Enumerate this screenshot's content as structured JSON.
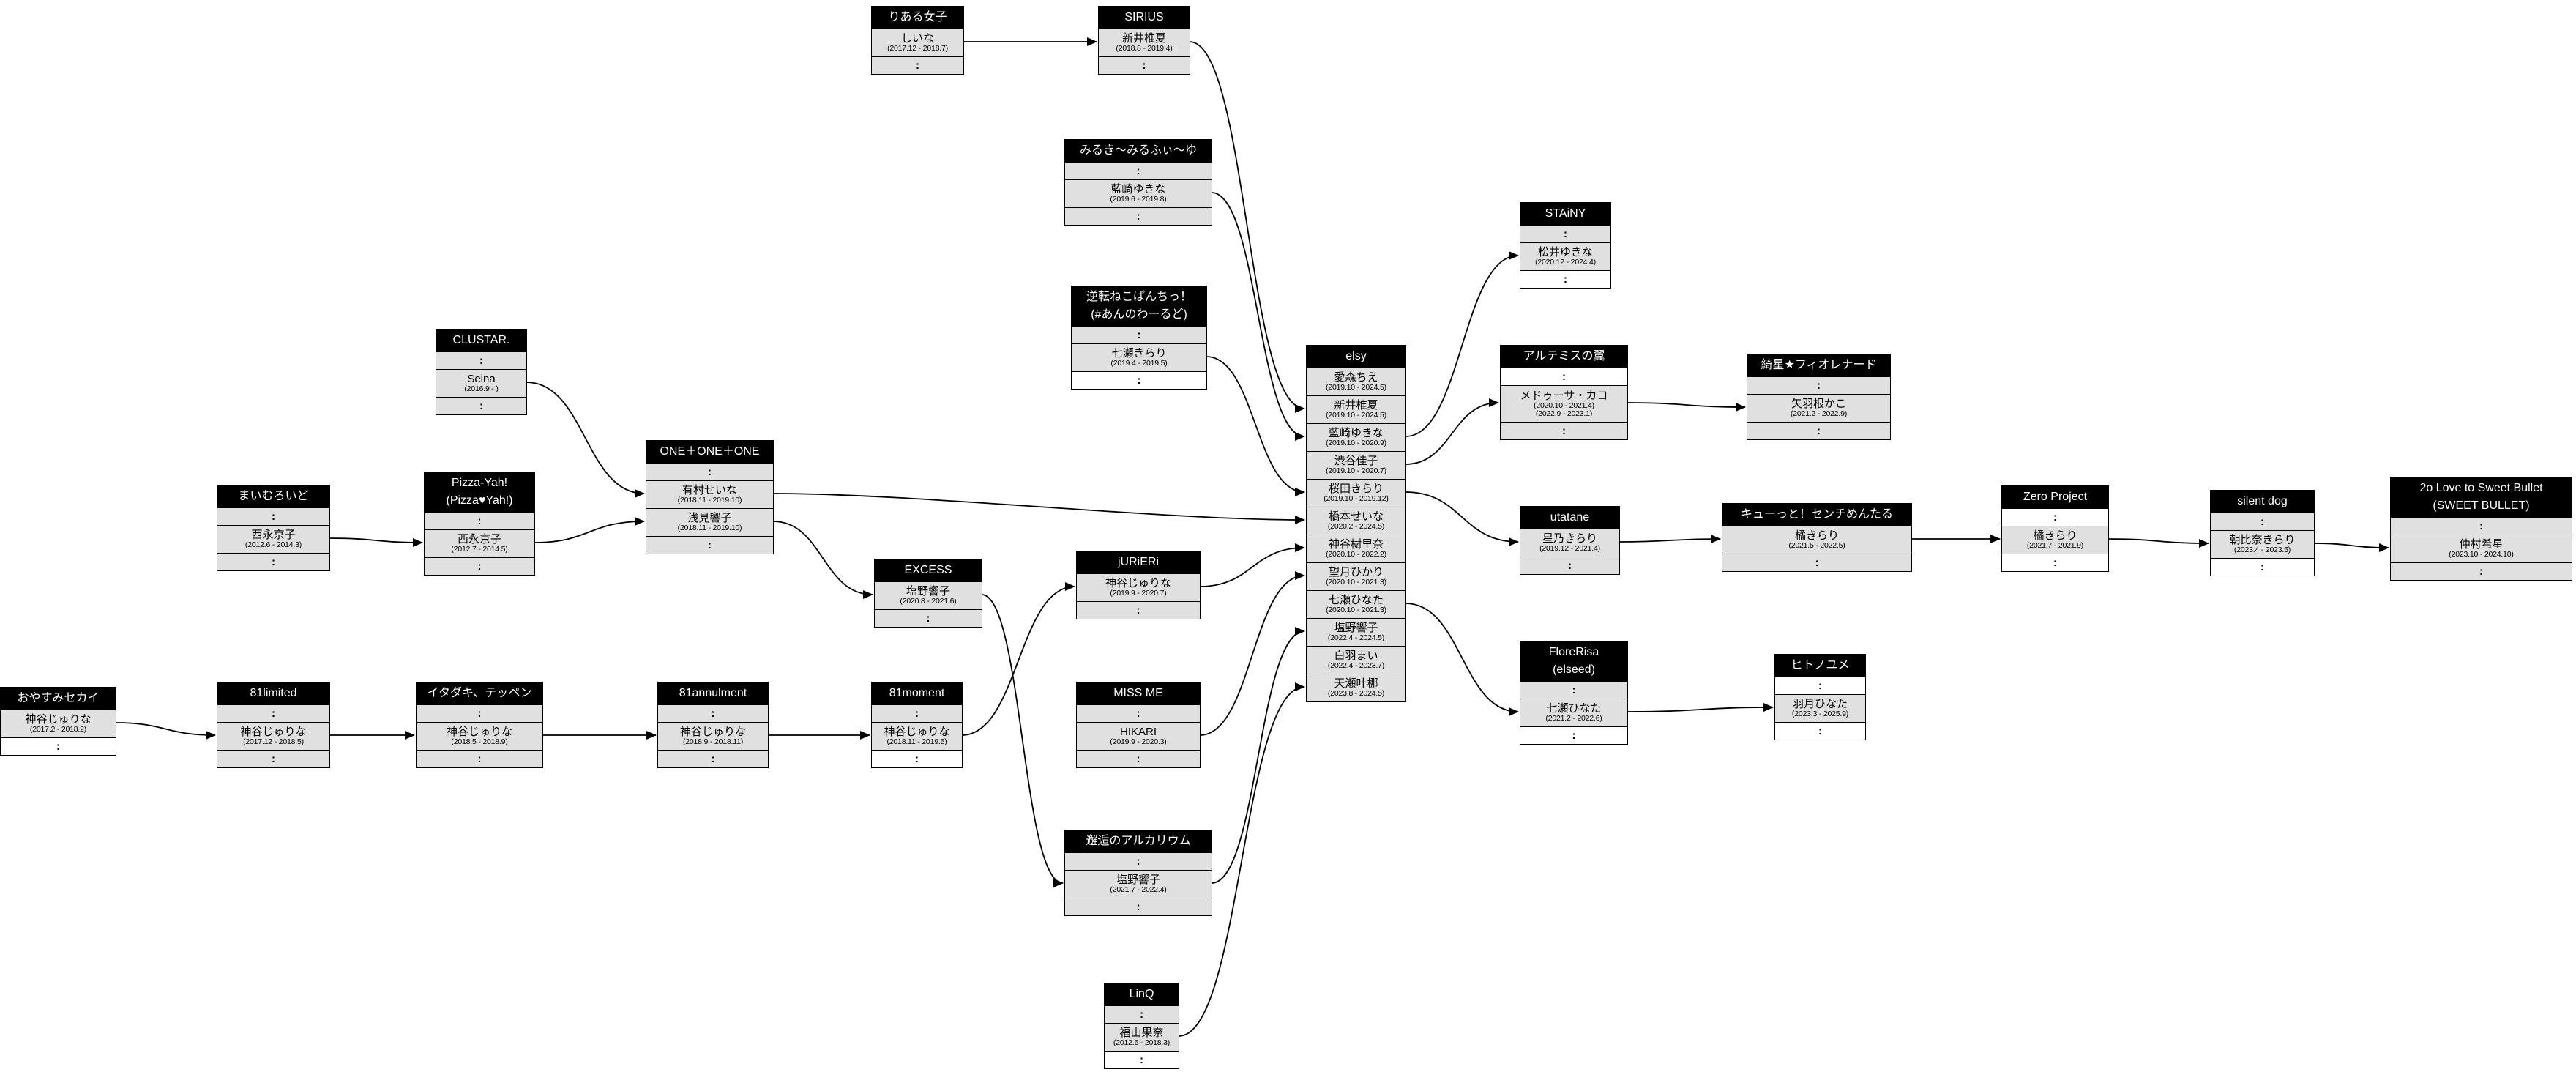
{
  "colors": {
    "header_bg": "#000000",
    "header_text": "#ffffff",
    "row_bg": "#e0e0e0",
    "row_bg_alt": "#ffffff",
    "border": "#000000",
    "edge": "#000000",
    "canvas": "#ffffff"
  },
  "nodes": [
    {
      "id": "riaru",
      "title_lines": [
        "りある女子"
      ],
      "rows": [
        {
          "type": "member",
          "name": "しいな",
          "dates": [
            "(2017.12 - 2018.7)"
          ]
        },
        {
          "type": "ellipsis",
          "text": ":"
        }
      ]
    },
    {
      "id": "sirius",
      "title_lines": [
        "SIRIUS"
      ],
      "rows": [
        {
          "type": "member",
          "name": "新井椎夏",
          "dates": [
            "(2018.8 - 2019.4)"
          ]
        },
        {
          "type": "ellipsis",
          "text": ":"
        }
      ]
    },
    {
      "id": "milky",
      "title_lines": [
        "みるき〜みるふぃ〜ゆ"
      ],
      "rows": [
        {
          "type": "ellipsis",
          "text": ":"
        },
        {
          "type": "member",
          "name": "藍崎ゆきな",
          "dates": [
            "(2019.6 - 2019.8)"
          ]
        },
        {
          "type": "ellipsis",
          "text": ":"
        }
      ]
    },
    {
      "id": "gyakuten",
      "title_lines": [
        "逆転ねこぱんちっ！",
        "(#あんのわーるど)"
      ],
      "rows": [
        {
          "type": "ellipsis",
          "text": ":"
        },
        {
          "type": "member",
          "name": "七瀬きらり",
          "dates": [
            "(2019.4 - 2019.5)"
          ]
        },
        {
          "type": "ellipsis",
          "text": ":",
          "bg": "white"
        }
      ]
    },
    {
      "id": "clustar",
      "title_lines": [
        "CLUSTAR."
      ],
      "rows": [
        {
          "type": "ellipsis",
          "text": ":"
        },
        {
          "type": "member",
          "name": "Seina",
          "dates": [
            "(2016.9 - )"
          ]
        },
        {
          "type": "ellipsis",
          "text": ":"
        }
      ]
    },
    {
      "id": "onepp",
      "title_lines": [
        "ONE＋ONE＋ONE"
      ],
      "rows": [
        {
          "type": "ellipsis",
          "text": ":"
        },
        {
          "type": "member",
          "name": "有村せいな",
          "dates": [
            "(2018.11 - 2019.10)"
          ]
        },
        {
          "type": "member",
          "name": "浅見響子",
          "dates": [
            "(2018.11 - 2019.10)"
          ]
        },
        {
          "type": "ellipsis",
          "text": ":"
        }
      ]
    },
    {
      "id": "maimuroido",
      "title_lines": [
        "まいむろいど"
      ],
      "rows": [
        {
          "type": "ellipsis",
          "text": ":"
        },
        {
          "type": "member",
          "name": "西永京子",
          "dates": [
            "(2012.6 - 2014.3)"
          ]
        },
        {
          "type": "ellipsis",
          "text": ":"
        }
      ]
    },
    {
      "id": "pizza",
      "title_lines": [
        "Pizza-Yah!",
        "(Pizza♥Yah!)"
      ],
      "rows": [
        {
          "type": "ellipsis",
          "text": ":"
        },
        {
          "type": "member",
          "name": "西永京子",
          "dates": [
            "(2012.7 - 2014.5)"
          ]
        },
        {
          "type": "ellipsis",
          "text": ":"
        }
      ]
    },
    {
      "id": "oyasumi",
      "title_lines": [
        "おやすみセカイ"
      ],
      "rows": [
        {
          "type": "member",
          "name": "神谷じゅりな",
          "dates": [
            "(2017.2 - 2018.2)"
          ]
        },
        {
          "type": "ellipsis",
          "text": ":",
          "bg": "white"
        }
      ]
    },
    {
      "id": "lim81",
      "title_lines": [
        "81limited"
      ],
      "rows": [
        {
          "type": "ellipsis",
          "text": ":"
        },
        {
          "type": "member",
          "name": "神谷じゅりな",
          "dates": [
            "(2017.12 - 2018.5)"
          ]
        },
        {
          "type": "ellipsis",
          "text": ":"
        }
      ]
    },
    {
      "id": "itadaki",
      "title_lines": [
        "イタダキ、テッペン"
      ],
      "rows": [
        {
          "type": "ellipsis",
          "text": ":"
        },
        {
          "type": "member",
          "name": "神谷じゅりな",
          "dates": [
            "(2018.5 - 2018.9)"
          ]
        },
        {
          "type": "ellipsis",
          "text": ":"
        }
      ]
    },
    {
      "id": "ann81",
      "title_lines": [
        "81annulment"
      ],
      "rows": [
        {
          "type": "ellipsis",
          "text": ":"
        },
        {
          "type": "member",
          "name": "神谷じゅりな",
          "dates": [
            "(2018.9 - 2018.11)"
          ]
        },
        {
          "type": "ellipsis",
          "text": ":"
        }
      ]
    },
    {
      "id": "mom81",
      "title_lines": [
        "81moment"
      ],
      "rows": [
        {
          "type": "ellipsis",
          "text": ":"
        },
        {
          "type": "member",
          "name": "神谷じゅりな",
          "dates": [
            "(2018.11 - 2019.5)"
          ]
        },
        {
          "type": "ellipsis",
          "text": ":",
          "bg": "white"
        }
      ]
    },
    {
      "id": "excess",
      "title_lines": [
        "EXCESS"
      ],
      "rows": [
        {
          "type": "member",
          "name": "塩野響子",
          "dates": [
            "(2020.8 - 2021.6)"
          ]
        },
        {
          "type": "ellipsis",
          "text": ":"
        }
      ]
    },
    {
      "id": "jurieri",
      "title_lines": [
        "jURiERi"
      ],
      "rows": [
        {
          "type": "member",
          "name": "神谷じゅりな",
          "dates": [
            "(2019.9 - 2020.7)"
          ]
        },
        {
          "type": "ellipsis",
          "text": ":"
        }
      ]
    },
    {
      "id": "missme",
      "title_lines": [
        "MISS ME"
      ],
      "rows": [
        {
          "type": "ellipsis",
          "text": ":"
        },
        {
          "type": "member",
          "name": "HIKARI",
          "dates": [
            "(2019.9 - 2020.3)"
          ]
        },
        {
          "type": "ellipsis",
          "text": ":"
        }
      ]
    },
    {
      "id": "kaikou",
      "title_lines": [
        "邂逅のアルカリウム"
      ],
      "rows": [
        {
          "type": "ellipsis",
          "text": ":"
        },
        {
          "type": "member",
          "name": "塩野響子",
          "dates": [
            "(2021.7 - 2022.4)"
          ]
        },
        {
          "type": "ellipsis",
          "text": ":"
        }
      ]
    },
    {
      "id": "linq",
      "title_lines": [
        "LinQ"
      ],
      "rows": [
        {
          "type": "ellipsis",
          "text": ":"
        },
        {
          "type": "member",
          "name": "福山果奈",
          "dates": [
            "(2012.6 - 2018.3)"
          ]
        },
        {
          "type": "ellipsis",
          "text": ":",
          "bg": "white"
        }
      ]
    },
    {
      "id": "elsy",
      "title_lines": [
        "elsy"
      ],
      "rows": [
        {
          "type": "member",
          "name": "愛森ちえ",
          "dates": [
            "(2019.10 - 2024.5)"
          ]
        },
        {
          "type": "member",
          "name": "新井椎夏",
          "dates": [
            "(2019.10 - 2024.5)"
          ]
        },
        {
          "type": "member",
          "name": "藍崎ゆきな",
          "dates": [
            "(2019.10 - 2020.9)"
          ]
        },
        {
          "type": "member",
          "name": "渋谷佳子",
          "dates": [
            "(2019.10 - 2020.7)"
          ]
        },
        {
          "type": "member",
          "name": "桜田きらり",
          "dates": [
            "(2019.10 - 2019.12)"
          ]
        },
        {
          "type": "member",
          "name": "橋本せいな",
          "dates": [
            "(2020.2 - 2024.5)"
          ]
        },
        {
          "type": "member",
          "name": "神谷樹里奈",
          "dates": [
            "(2020.10 - 2022.2)"
          ]
        },
        {
          "type": "member",
          "name": "望月ひかり",
          "dates": [
            "(2020.10 - 2021.3)"
          ]
        },
        {
          "type": "member",
          "name": "七瀬ひなた",
          "dates": [
            "(2020.10 - 2021.3)"
          ]
        },
        {
          "type": "member",
          "name": "塩野響子",
          "dates": [
            "(2022.4 - 2024.5)"
          ]
        },
        {
          "type": "member",
          "name": "白羽まい",
          "dates": [
            "(2022.4 - 2023.7)"
          ]
        },
        {
          "type": "member",
          "name": "天瀬叶梛",
          "dates": [
            "(2023.8 - 2024.5)"
          ]
        }
      ]
    },
    {
      "id": "stainy",
      "title_lines": [
        "STAiNY"
      ],
      "rows": [
        {
          "type": "ellipsis",
          "text": ":"
        },
        {
          "type": "member",
          "name": "松井ゆきな",
          "dates": [
            "(2020.12 - 2024.4)"
          ]
        },
        {
          "type": "ellipsis",
          "text": ":",
          "bg": "white"
        }
      ]
    },
    {
      "id": "artemis",
      "title_lines": [
        "アルテミスの翼"
      ],
      "rows": [
        {
          "type": "ellipsis",
          "text": ":",
          "bg": "white"
        },
        {
          "type": "member",
          "name": "メドゥーサ・カコ",
          "dates": [
            "(2020.10 - 2021.4)",
            "(2022.9 - 2023.1)"
          ]
        },
        {
          "type": "ellipsis",
          "text": ":"
        }
      ]
    },
    {
      "id": "kirahoshi",
      "title_lines": [
        "綺星★フィオレナード"
      ],
      "rows": [
        {
          "type": "ellipsis",
          "text": ":"
        },
        {
          "type": "member",
          "name": "矢羽根かこ",
          "dates": [
            "(2021.2 - 2022.9)"
          ]
        },
        {
          "type": "ellipsis",
          "text": ":"
        }
      ]
    },
    {
      "id": "utatane",
      "title_lines": [
        "utatane"
      ],
      "rows": [
        {
          "type": "member",
          "name": "星乃きらり",
          "dates": [
            "(2019.12 - 2021.4)"
          ]
        },
        {
          "type": "ellipsis",
          "text": ":"
        }
      ]
    },
    {
      "id": "cute",
      "title_lines": [
        "キューっと！センチめんたる"
      ],
      "rows": [
        {
          "type": "member",
          "name": "橘きらり",
          "dates": [
            "(2021.5 - 2022.5)"
          ]
        },
        {
          "type": "ellipsis",
          "text": ":"
        }
      ]
    },
    {
      "id": "zero",
      "title_lines": [
        "Zero Project"
      ],
      "rows": [
        {
          "type": "ellipsis",
          "text": ":",
          "bg": "white"
        },
        {
          "type": "member",
          "name": "橘きらり",
          "dates": [
            "(2021.7 - 2021.9)"
          ]
        },
        {
          "type": "ellipsis",
          "text": ":",
          "bg": "white"
        }
      ]
    },
    {
      "id": "silent",
      "title_lines": [
        "silent dog"
      ],
      "rows": [
        {
          "type": "ellipsis",
          "text": ":"
        },
        {
          "type": "member",
          "name": "朝比奈きらり",
          "dates": [
            "(2023.4 - 2023.5)"
          ]
        },
        {
          "type": "ellipsis",
          "text": ":",
          "bg": "white"
        }
      ]
    },
    {
      "id": "sweet",
      "title_lines": [
        "2o Love to Sweet Bullet",
        "(SWEET BULLET)"
      ],
      "rows": [
        {
          "type": "ellipsis",
          "text": ":"
        },
        {
          "type": "member",
          "name": "仲村希星",
          "dates": [
            "(2023.10 - 2024.10)"
          ]
        },
        {
          "type": "ellipsis",
          "text": ":"
        }
      ]
    },
    {
      "id": "flore",
      "title_lines": [
        "FloreRisa",
        "(elseed)"
      ],
      "rows": [
        {
          "type": "ellipsis",
          "text": ":"
        },
        {
          "type": "member",
          "name": "七瀬ひなた",
          "dates": [
            "(2021.2 - 2022.6)"
          ]
        },
        {
          "type": "ellipsis",
          "text": ":",
          "bg": "white"
        }
      ]
    },
    {
      "id": "hitonoyume",
      "title_lines": [
        "ヒトノユメ"
      ],
      "rows": [
        {
          "type": "ellipsis",
          "text": ":",
          "bg": "white"
        },
        {
          "type": "member",
          "name": "羽月ひなた",
          "dates": [
            "(2023.3 - 2025.9)"
          ]
        },
        {
          "type": "ellipsis",
          "text": ":",
          "bg": "white"
        }
      ]
    }
  ],
  "edges": [
    {
      "from": "riaru",
      "from_row": 0,
      "to": "sirius",
      "to_row": 0
    },
    {
      "from": "sirius",
      "from_row": 0,
      "to": "elsy",
      "to_row": 1
    },
    {
      "from": "milky",
      "from_row": 1,
      "to": "elsy",
      "to_row": 2
    },
    {
      "from": "gyakuten",
      "from_row": 1,
      "to": "elsy",
      "to_row": 4
    },
    {
      "from": "clustar",
      "from_row": 1,
      "to": "onepp",
      "to_row": 1
    },
    {
      "from": "maimuroido",
      "from_row": 1,
      "to": "pizza",
      "to_row": 1
    },
    {
      "from": "pizza",
      "from_row": 1,
      "to": "onepp",
      "to_row": 2
    },
    {
      "from": "onepp",
      "from_row": 1,
      "to": "elsy",
      "to_row": 5
    },
    {
      "from": "onepp",
      "from_row": 2,
      "to": "excess",
      "to_row": 0
    },
    {
      "from": "excess",
      "from_row": 0,
      "to": "kaikou",
      "to_row": 1
    },
    {
      "from": "kaikou",
      "from_row": 1,
      "to": "elsy",
      "to_row": 9
    },
    {
      "from": "oyasumi",
      "from_row": 0,
      "to": "lim81",
      "to_row": 1
    },
    {
      "from": "lim81",
      "from_row": 1,
      "to": "itadaki",
      "to_row": 1
    },
    {
      "from": "itadaki",
      "from_row": 1,
      "to": "ann81",
      "to_row": 1
    },
    {
      "from": "ann81",
      "from_row": 1,
      "to": "mom81",
      "to_row": 1
    },
    {
      "from": "mom81",
      "from_row": 1,
      "to": "jurieri",
      "to_row": 0
    },
    {
      "from": "jurieri",
      "from_row": 0,
      "to": "elsy",
      "to_row": 6
    },
    {
      "from": "missme",
      "from_row": 1,
      "to": "elsy",
      "to_row": 7
    },
    {
      "from": "linq",
      "from_row": 1,
      "to": "elsy",
      "to_row": 11
    },
    {
      "from": "elsy",
      "from_row": 2,
      "to": "stainy",
      "to_row": 1
    },
    {
      "from": "elsy",
      "from_row": 3,
      "to": "artemis",
      "to_row": 1
    },
    {
      "from": "artemis",
      "from_row": 1,
      "to": "kirahoshi",
      "to_row": 1
    },
    {
      "from": "elsy",
      "from_row": 4,
      "to": "utatane",
      "to_row": 0
    },
    {
      "from": "utatane",
      "from_row": 0,
      "to": "cute",
      "to_row": 0
    },
    {
      "from": "cute",
      "from_row": 0,
      "to": "zero",
      "to_row": 1
    },
    {
      "from": "zero",
      "from_row": 1,
      "to": "silent",
      "to_row": 1
    },
    {
      "from": "silent",
      "from_row": 1,
      "to": "sweet",
      "to_row": 1
    },
    {
      "from": "elsy",
      "from_row": 8,
      "to": "flore",
      "to_row": 1
    },
    {
      "from": "flore",
      "from_row": 1,
      "to": "hitonoyume",
      "to_row": 1
    }
  ]
}
